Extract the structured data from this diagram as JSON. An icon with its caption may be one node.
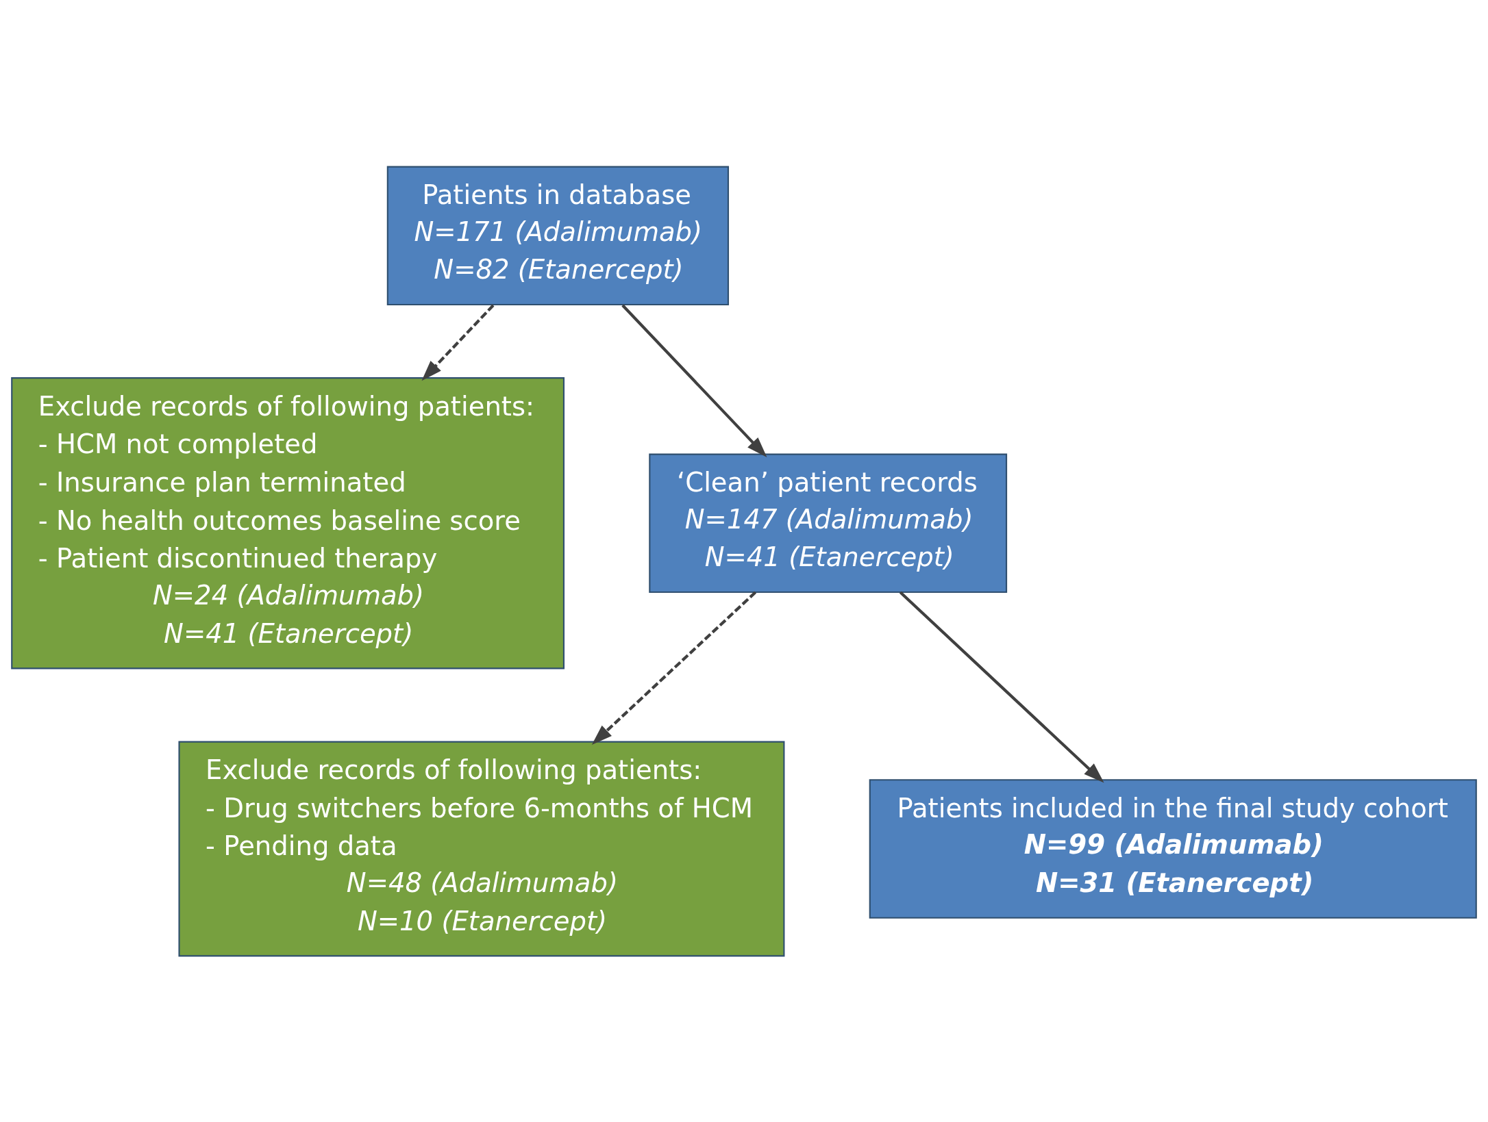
{
  "diagram": {
    "nodes": [
      {
        "text": [
          "Patients in database",
          "N=171 (Adalimumab)",
          "N=82 (Etanercept)"
        ]
      },
      {
        "text": [
          "Exclude records of following patients:",
          "- HCM not completed",
          "- Insurance plan terminated",
          "- No health outcomes baseline score",
          "- Patient discontinued therapy",
          "N=24 (Adalimumab)",
          "N=41 (Etanercept)"
        ]
      },
      {
        "text": [
          "‘Clean’ patient records",
          "N=147 (Adalimumab)",
          "N=41 (Etanercept)"
        ]
      },
      {
        "text": [
          "Exclude records of following patients:",
          "- Drug switchers before 6-months of HCM",
          "- Pending data",
          "N=48 (Adalimumab)",
          "N=10 (Etanercept)"
        ]
      },
      {
        "text": [
          "Patients included in the final study cohort",
          "N=99 (Adalimumab)",
          "N=31 (Etanercept)"
        ]
      }
    ],
    "edges": [
      {
        "from": 0,
        "to": 2,
        "arrow": "to"
      },
      {
        "from": 0,
        "to": 1,
        "arrow": "to",
        "style": "dashed"
      },
      {
        "from": 2,
        "to": 4,
        "arrow": "to"
      },
      {
        "from": 2,
        "to": 3,
        "arrow": "to",
        "style": "dashed"
      }
    ]
  }
}
